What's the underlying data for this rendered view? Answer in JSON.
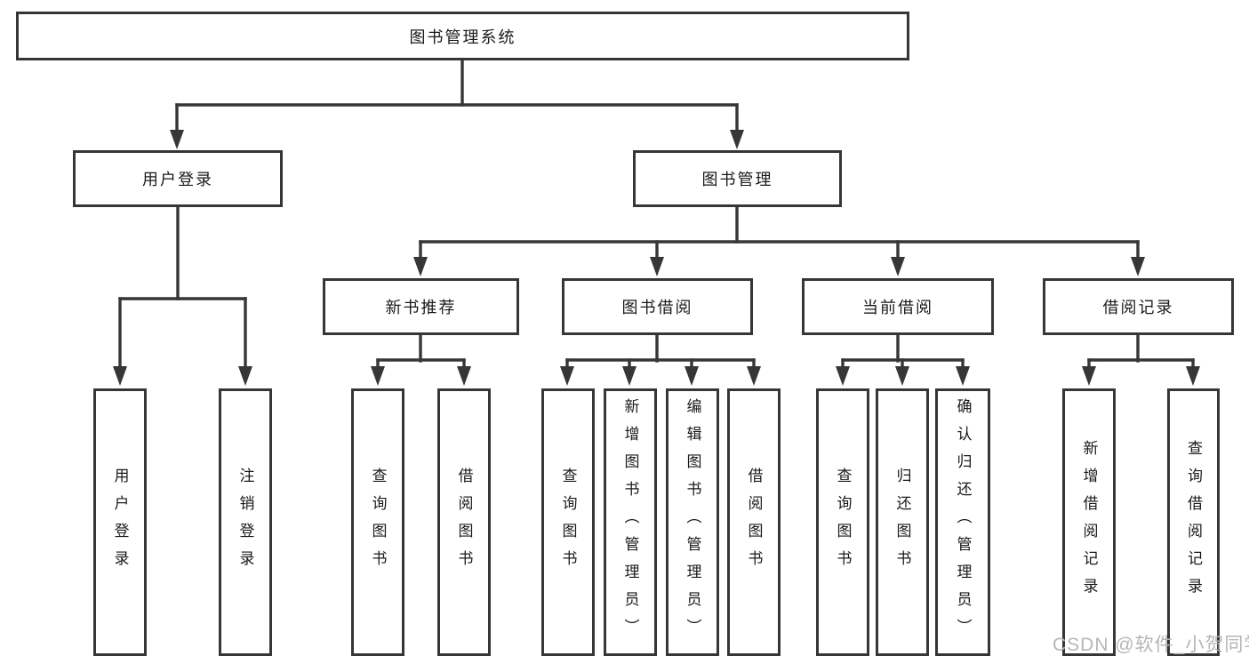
{
  "diagram": {
    "title": "图书管理系统",
    "nodes": {
      "root": "图书管理系统",
      "user_login": "用户登录",
      "book_management": "图书管理",
      "new_book_recommend": "新书推荐",
      "book_borrowing": "图书借阅",
      "current_borrowing": "当前借阅",
      "borrowing_records": "借阅记录",
      "leaf_user_login": "用户登录",
      "leaf_logout": "注销登录",
      "leaf_query_books_rec": "查询图书",
      "leaf_borrow_books_rec": "借阅图书",
      "leaf_query_books_borrow": "查询图书",
      "leaf_add_books_admin": "新增图书（管理员）",
      "leaf_edit_books_admin": "编辑图书（管理员）",
      "leaf_borrow_books": "借阅图书",
      "leaf_query_books_current": "查询图书",
      "leaf_return_books": "归还图书",
      "leaf_confirm_return_admin": "确认归还（管理员）",
      "leaf_add_borrow_record": "新增借阅记录",
      "leaf_query_borrow_record": "查询借阅记录"
    },
    "line_color": "#363636",
    "text_color": "#1a1a1a",
    "background_color": "#ffffff"
  },
  "watermark": "CSDN @软件_小贺同学"
}
